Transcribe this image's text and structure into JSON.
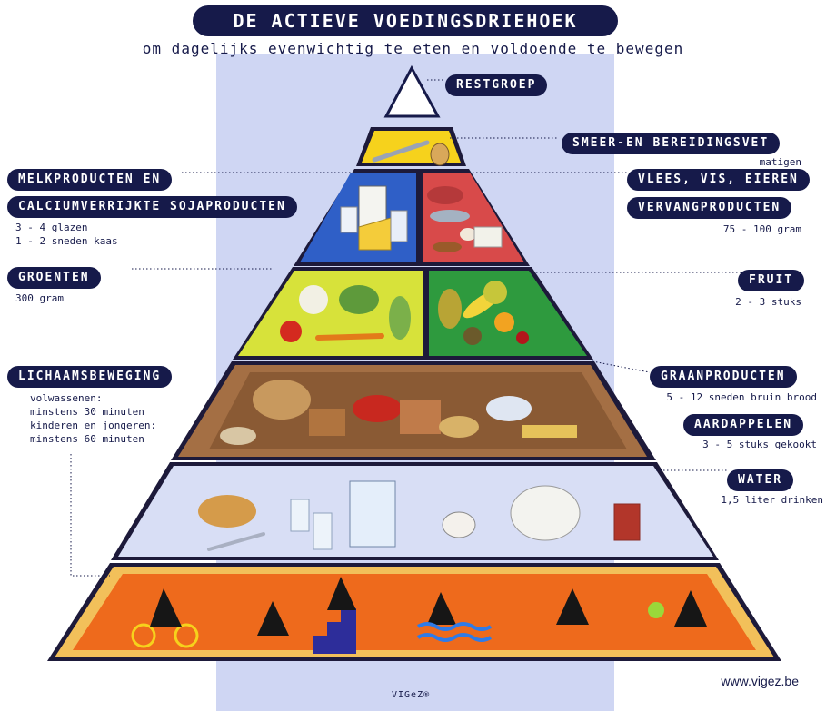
{
  "title": "DE ACTIEVE VOEDINGSDRIEHOEK",
  "subtitle": "om dagelijks evenwichtig te eten en voldoende te bewegen",
  "labels": {
    "restgroep": "RESTGROEP",
    "smeer": "SMEER-EN BEREIDINGSVET",
    "smeer_note": "matigen",
    "vlees": "VLEES, VIS, EIEREN",
    "vervang": "VERVANGPRODUCTEN",
    "vlees_note": "75 - 100 gram",
    "melk1": "MELKPRODUCTEN EN",
    "melk2": "CALCIUMVERRIJKTE SOJAPRODUCTEN",
    "melk_note1": "3 - 4 glazen",
    "melk_note2": "1 - 2 sneden kaas",
    "groenten": "GROENTEN",
    "groenten_note": "300 gram",
    "fruit": "FRUIT",
    "fruit_note": "2 - 3 stuks",
    "beweging": "LICHAAMSBEWEGING",
    "beweging_note1": "volwassenen:",
    "beweging_note2": "minstens 30 minuten",
    "beweging_note3": "kinderen en jongeren:",
    "beweging_note4": "minstens 60 minuten",
    "graan": "GRAANPRODUCTEN",
    "graan_note": "5 - 12 sneden bruin brood",
    "aardappel": "AARDAPPELEN",
    "aardappel_note": "3 - 5 stuks gekookt",
    "water": "WATER",
    "water_note": "1,5 liter drinken"
  },
  "footer": {
    "website": "www.vigez.be",
    "logo": "VIGeZ®"
  },
  "colors": {
    "navy": "#161a4a",
    "band": "#cfd6f3",
    "rest": "#ffffff",
    "fat": "#f6d21c",
    "dairy": "#2f5fc7",
    "meat": "#d84a4a",
    "veg": "#d7e23a",
    "fruit": "#2e9a3e",
    "grain": "#c89160",
    "water": "#d8def5",
    "move": "#ee6a1c"
  }
}
